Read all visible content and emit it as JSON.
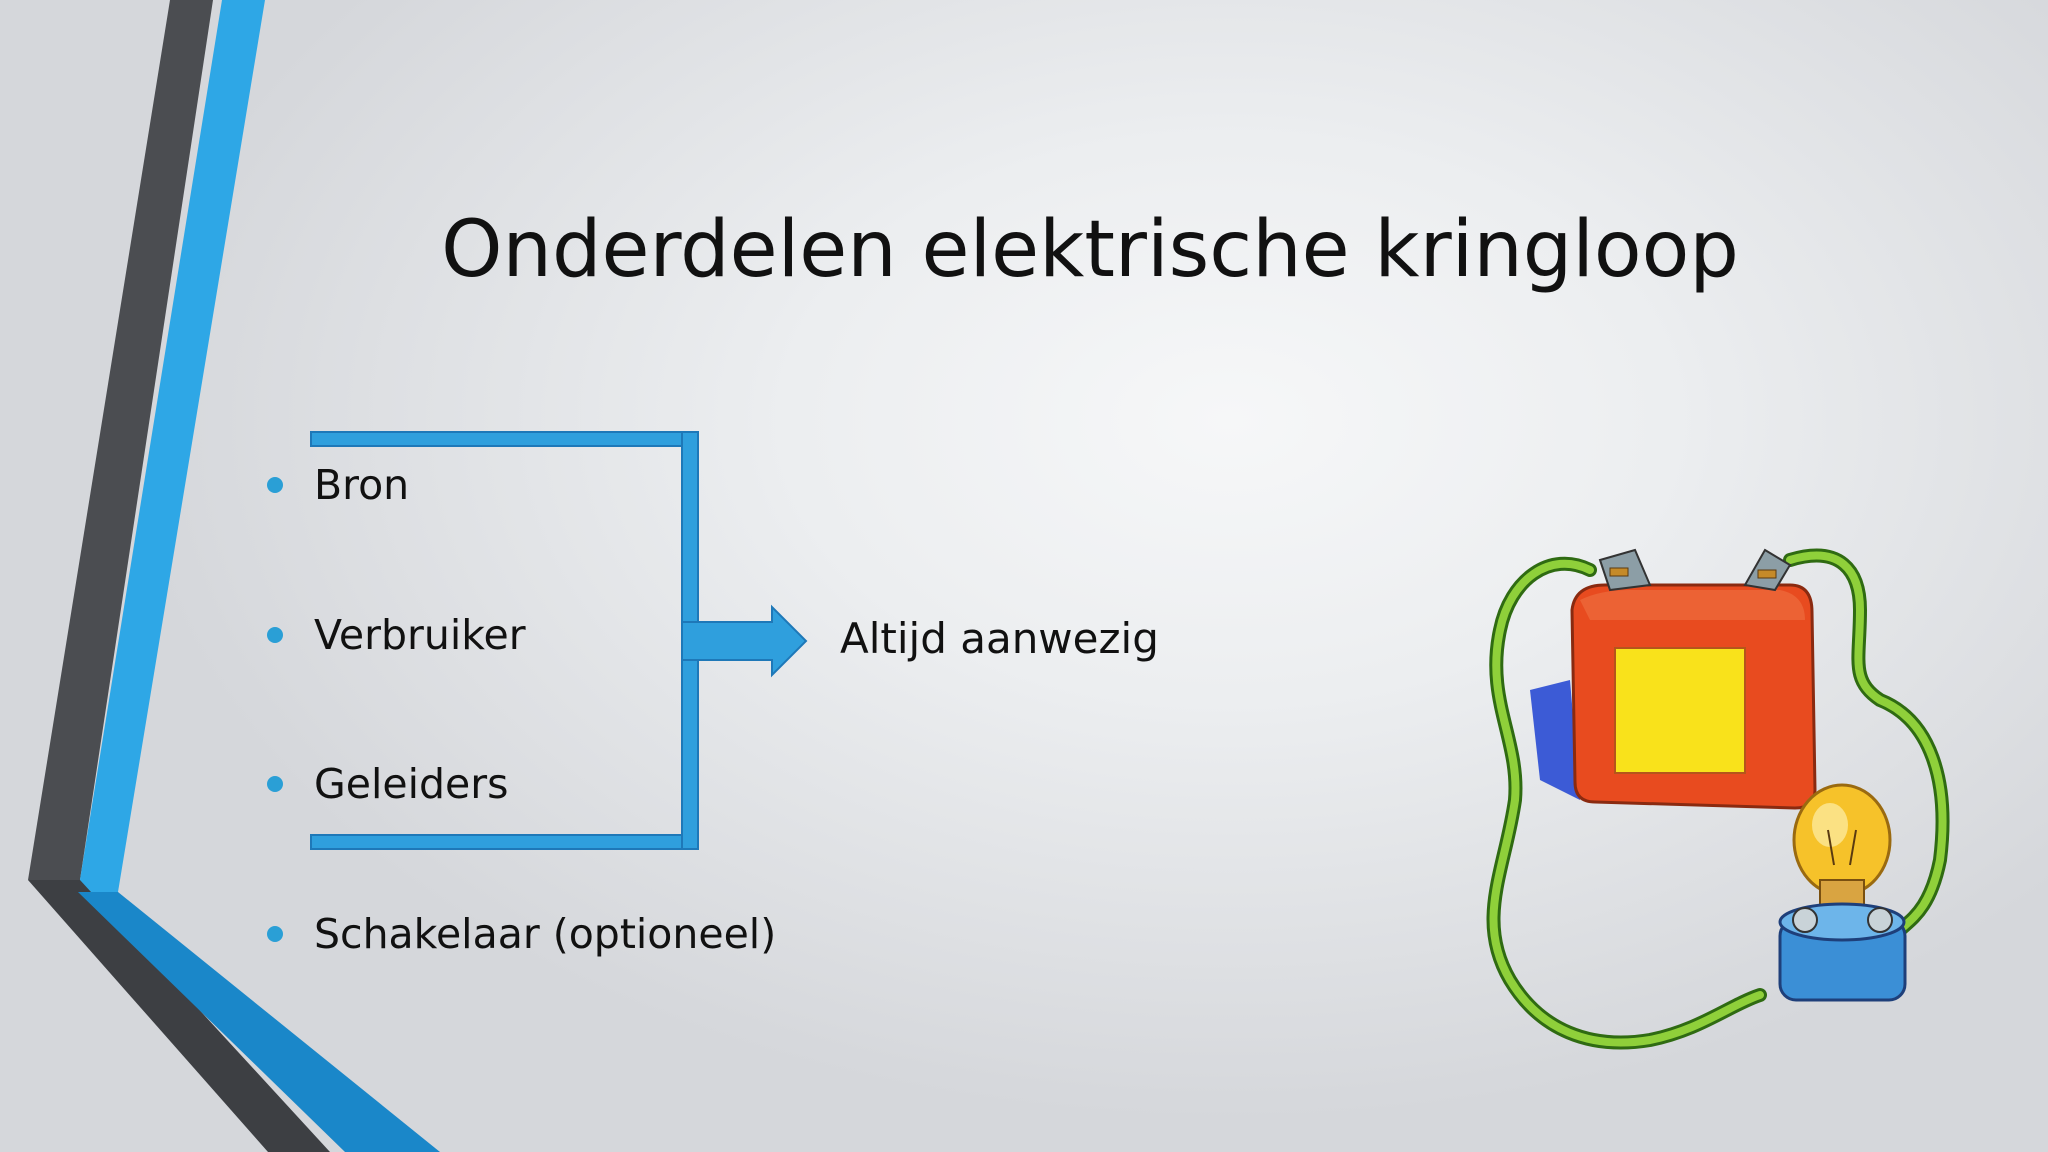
{
  "slide": {
    "title": "Onderdelen elektrische kringloop",
    "bullets": [
      "Bron",
      "Verbruiker",
      "Geleiders",
      "Schakelaar (optioneel)"
    ],
    "bracket_label": "Altijd aanwezig"
  },
  "colors": {
    "accent_blue": "#2ea3e0",
    "dark_gray": "#4a4c50",
    "bracket_blue": "#2f9fdd",
    "bracket_edge": "#1e78b8"
  },
  "illustration": {
    "icons": [
      "battery-icon",
      "light-bulb-icon",
      "wire-icon"
    ]
  }
}
